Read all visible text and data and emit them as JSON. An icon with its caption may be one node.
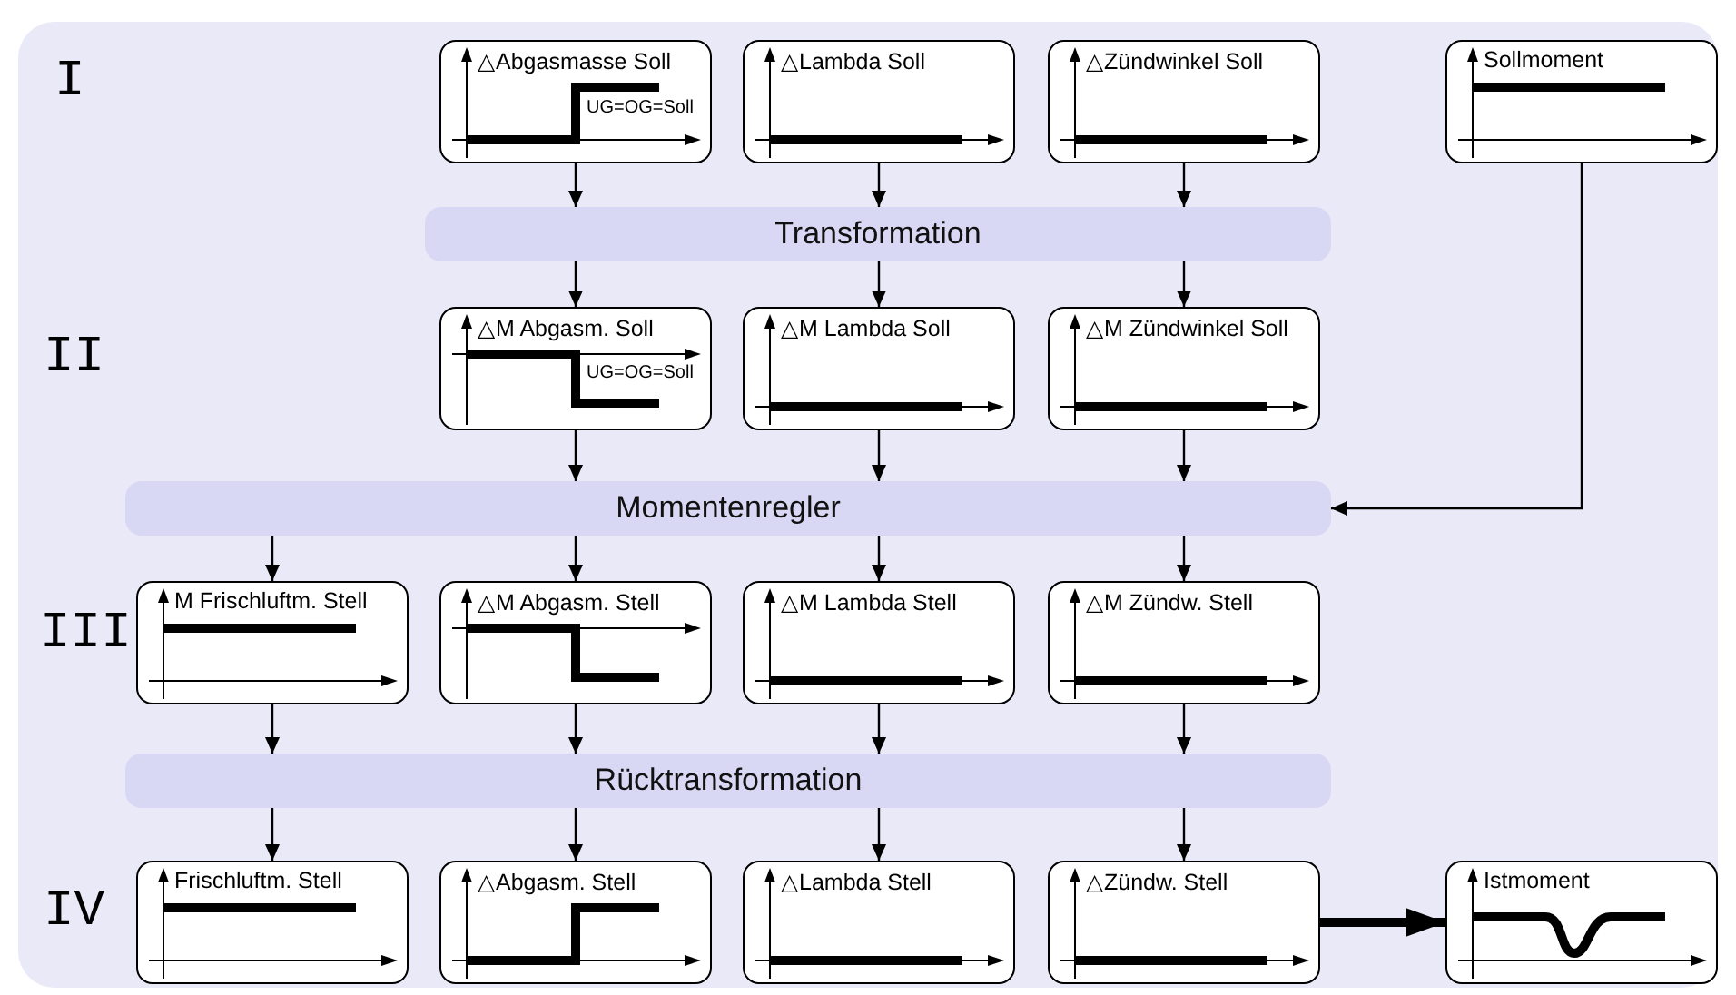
{
  "diagram": {
    "nodes": [
      {
        "text": [
          "△Abgasmasse Soll",
          "UG=OG=Soll"
        ]
      },
      {
        "text": [
          "△Lambda Soll"
        ]
      },
      {
        "text": [
          "△Zündwinkel Soll"
        ]
      },
      {
        "text": [
          "Sollmoment"
        ]
      },
      {
        "text": [
          "Transformation"
        ]
      },
      {
        "text": [
          "△M Abgasm. Soll",
          "UG=OG=Soll"
        ]
      },
      {
        "text": [
          "△M Lambda Soll"
        ]
      },
      {
        "text": [
          "△M Zündwinkel Soll"
        ]
      },
      {
        "text": [
          "Momentenregler"
        ]
      },
      {
        "text": [
          "M Frischluftm. Stell"
        ]
      },
      {
        "text": [
          "△M Abgasm. Stell"
        ]
      },
      {
        "text": [
          "△M Lambda Stell"
        ]
      },
      {
        "text": [
          "△M Zündw. Stell"
        ]
      },
      {
        "text": [
          "Rücktransformation"
        ]
      },
      {
        "text": [
          "Frischluftm. Stell"
        ]
      },
      {
        "text": [
          "△Abgasm. Stell"
        ]
      },
      {
        "text": [
          "△Lambda Stell"
        ]
      },
      {
        "text": [
          "△Zündw. Stell"
        ]
      },
      {
        "text": [
          "Istmoment"
        ]
      }
    ],
    "edges": [
      {
        "from": 0,
        "to": 4,
        "arrow": "to"
      },
      {
        "from": 1,
        "to": 4,
        "arrow": "to"
      },
      {
        "from": 2,
        "to": 4,
        "arrow": "to"
      },
      {
        "from": 4,
        "to": 5,
        "arrow": "to"
      },
      {
        "from": 4,
        "to": 6,
        "arrow": "to"
      },
      {
        "from": 4,
        "to": 7,
        "arrow": "to"
      },
      {
        "from": 5,
        "to": 8,
        "arrow": "to"
      },
      {
        "from": 6,
        "to": 8,
        "arrow": "to"
      },
      {
        "from": 7,
        "to": 8,
        "arrow": "to"
      },
      {
        "from": 3,
        "to": 8,
        "arrow": "to"
      },
      {
        "from": 8,
        "to": 9,
        "arrow": "to"
      },
      {
        "from": 8,
        "to": 10,
        "arrow": "to"
      },
      {
        "from": 8,
        "to": 11,
        "arrow": "to"
      },
      {
        "from": 8,
        "to": 12,
        "arrow": "to"
      },
      {
        "from": 9,
        "to": 13,
        "arrow": "to"
      },
      {
        "from": 10,
        "to": 13,
        "arrow": "to"
      },
      {
        "from": 11,
        "to": 13,
        "arrow": "to"
      },
      {
        "from": 12,
        "to": 13,
        "arrow": "to"
      },
      {
        "from": 13,
        "to": 14,
        "arrow": "to"
      },
      {
        "from": 13,
        "to": 15,
        "arrow": "to"
      },
      {
        "from": 13,
        "to": 16,
        "arrow": "to"
      },
      {
        "from": 13,
        "to": 17,
        "arrow": "to"
      },
      {
        "from": 17,
        "to": 18,
        "arrow": "to",
        "style": "thick"
      }
    ],
    "labels": [
      "I",
      "II",
      "III",
      "IV"
    ]
  }
}
